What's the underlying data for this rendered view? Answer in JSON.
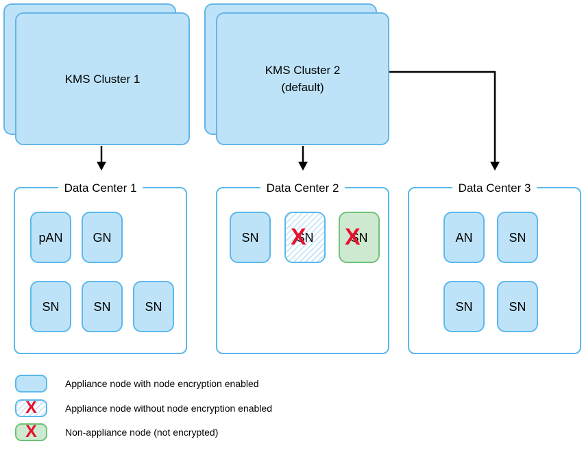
{
  "diagram": {
    "clusters": [
      {
        "label": "KMS Cluster 1"
      },
      {
        "label": "KMS Cluster 2",
        "sublabel": "(default)"
      }
    ],
    "data_centers": [
      {
        "title": "Data Center 1",
        "nodes": [
          {
            "label": "pAN",
            "type": "appliance-node-encrypted"
          },
          {
            "label": "GN",
            "type": "appliance-node-encrypted"
          },
          {
            "label": "SN",
            "type": "appliance-node-encrypted"
          },
          {
            "label": "SN",
            "type": "appliance-node-encrypted"
          },
          {
            "label": "SN",
            "type": "appliance-node-encrypted"
          }
        ]
      },
      {
        "title": "Data Center 2",
        "nodes": [
          {
            "label": "SN",
            "type": "appliance-node-encrypted"
          },
          {
            "label": "SN",
            "type": "appliance-node-not-encrypted",
            "crossed_out": true
          },
          {
            "label": "SN",
            "type": "non-appliance-node",
            "crossed_out": true
          }
        ]
      },
      {
        "title": "Data Center 3",
        "nodes": [
          {
            "label": "AN",
            "type": "appliance-node-encrypted"
          },
          {
            "label": "SN",
            "type": "appliance-node-encrypted"
          },
          {
            "label": "SN",
            "type": "appliance-node-encrypted"
          },
          {
            "label": "SN",
            "type": "appliance-node-encrypted"
          }
        ]
      }
    ],
    "cross_glyph": "X",
    "legend": [
      {
        "swatch": "appliance-node-encrypted",
        "label": "Appliance node with node encryption enabled"
      },
      {
        "swatch": "appliance-node-not-encrypted",
        "label": "Appliance node without node encryption enabled"
      },
      {
        "swatch": "non-appliance-node",
        "label": "Non-appliance node (not encrypted)"
      }
    ],
    "colors": {
      "node_fill": "#bee3f8",
      "node_border": "#5bb8ec",
      "cluster_border": "#64b5e8",
      "green_fill": "#cde9cf",
      "green_border": "#6fc27a",
      "hatch_stripe": "#c7e6f9",
      "cross_red": "#e8112d",
      "arrow": "#000000"
    }
  }
}
